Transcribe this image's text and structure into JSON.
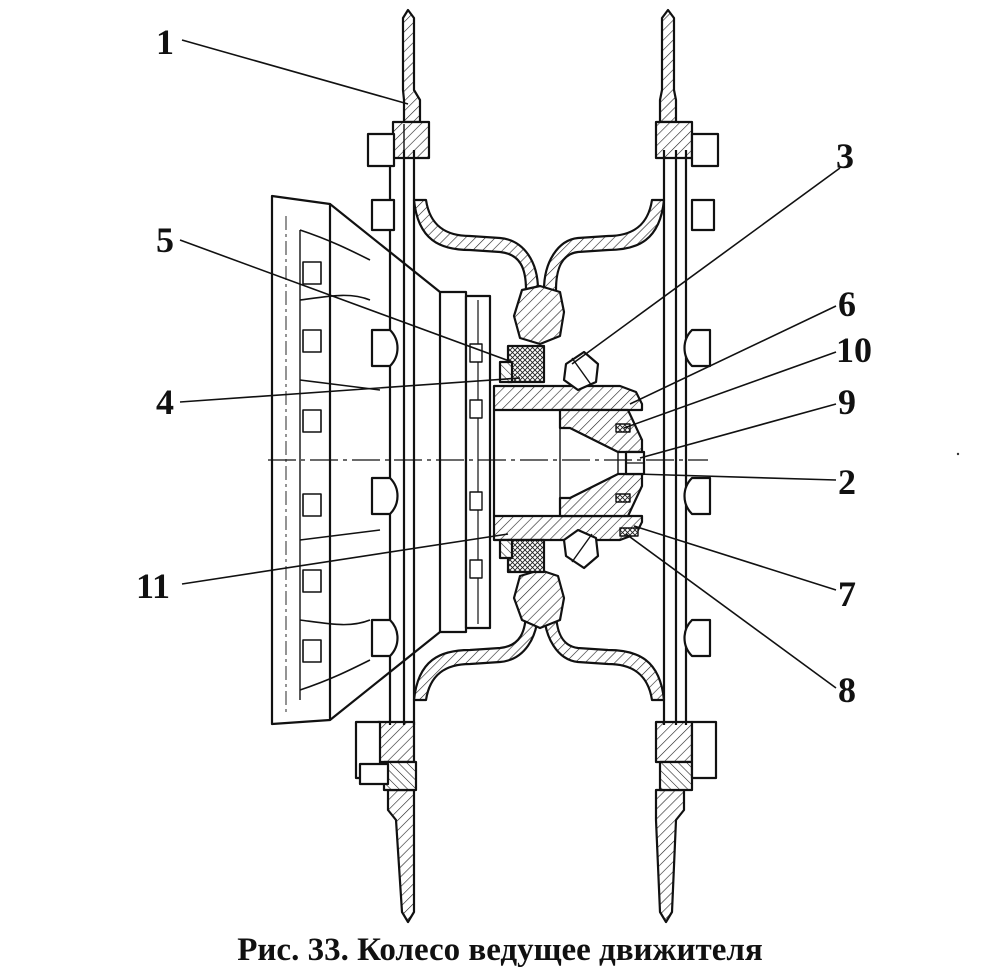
{
  "caption": "Рис. 33. Колесо ведущее движителя",
  "callouts": [
    {
      "id": "c1",
      "label": "1"
    },
    {
      "id": "c2",
      "label": "2"
    },
    {
      "id": "c3",
      "label": "3"
    },
    {
      "id": "c4",
      "label": "4"
    },
    {
      "id": "c5",
      "label": "5"
    },
    {
      "id": "c6",
      "label": "6"
    },
    {
      "id": "c7",
      "label": "7"
    },
    {
      "id": "c8",
      "label": "8"
    },
    {
      "id": "c9",
      "label": "9"
    },
    {
      "id": "c10",
      "label": "10"
    },
    {
      "id": "c11",
      "label": "11"
    }
  ]
}
